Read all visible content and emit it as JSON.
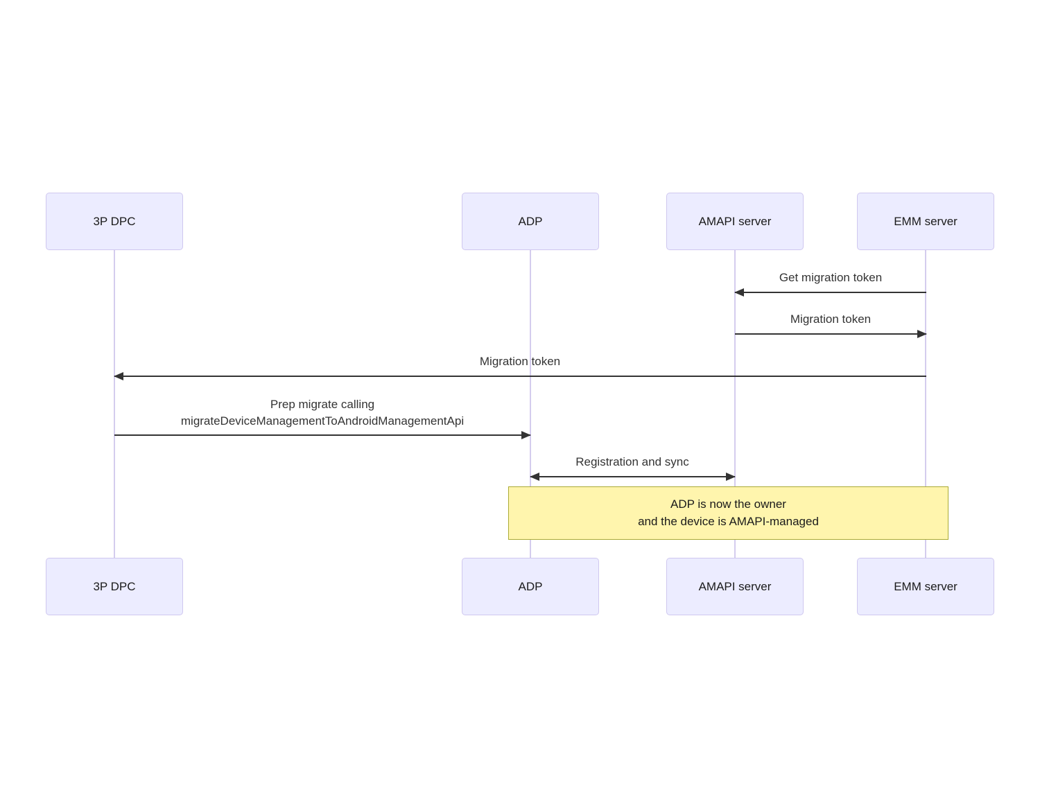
{
  "diagram_type": "sequence",
  "actors": [
    {
      "id": "3p-dpc",
      "label": "3P DPC"
    },
    {
      "id": "adp",
      "label": "ADP"
    },
    {
      "id": "amapi-server",
      "label": "AMAPI server"
    },
    {
      "id": "emm-server",
      "label": "EMM server"
    }
  ],
  "messages": [
    {
      "from": "emm-server",
      "to": "amapi-server",
      "label": "Get migration token",
      "direction": "left"
    },
    {
      "from": "amapi-server",
      "to": "emm-server",
      "label": "Migration token",
      "direction": "right"
    },
    {
      "from": "emm-server",
      "to": "3p-dpc",
      "label": "Migration token",
      "direction": "left"
    },
    {
      "from": "3p-dpc",
      "to": "adp",
      "label_line1": "Prep migrate calling",
      "label_line2": "migrateDeviceManagementToAndroidManagementApi",
      "direction": "right"
    },
    {
      "from": "adp",
      "to": "amapi-server",
      "label": "Registration and sync",
      "direction": "both"
    }
  ],
  "note": {
    "line1": "ADP is now the owner",
    "line2": "and the device is AMAPI-managed"
  },
  "colors": {
    "actor_fill": "#ececff",
    "actor_border": "#cfc7ef",
    "lifeline": "#d4ccee",
    "arrow": "#333333",
    "message_text": "#333333",
    "note_fill": "#fff5ad",
    "note_border": "#aaaa33"
  }
}
